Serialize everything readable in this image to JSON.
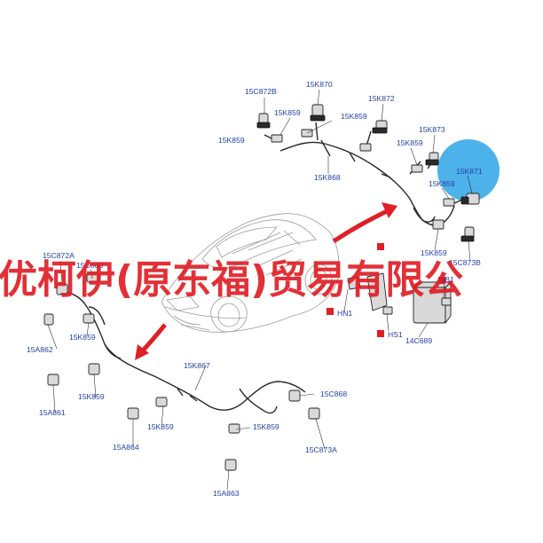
{
  "watermark": "优柯伊(原东福)贸易有限公",
  "labels": {
    "l_15C872B": "15C872B",
    "l_15K870": "15K870",
    "l_15K872": "15K872",
    "l_15K859_a": "15K859",
    "l_15K859_b": "15K859",
    "l_15K859_c": "15K859",
    "l_15K859_d": "15K859",
    "l_15K873": "15K873",
    "l_15K859_e": "15K859",
    "l_15K871": "15K871",
    "l_15K859_f": "15K859",
    "l_15K868": "15K868",
    "l_15K859_g": "15K859",
    "l_15C873B": "15C873B",
    "l_HB1": "HB1",
    "l_HN1": "HN1",
    "l_HS1": "HS1",
    "l_14C689": "14C689",
    "l_15C872A": "15C872A",
    "l_15C868_a": "15C868",
    "l_15A862": "15A862",
    "l_15K859_h": "15K859",
    "l_15K859_i": "15K859",
    "l_15K867": "15K867",
    "l_15A861": "15A861",
    "l_15C868_b": "15C868",
    "l_15K859_j": "15K859",
    "l_15K859_k": "15K859",
    "l_15A864": "15A864",
    "l_15C873A": "15C873A",
    "l_15A863": "15A863"
  },
  "colors": {
    "label_blue": "#2540a8",
    "watermark_red": "#e01f26",
    "highlight_circle": "#3aa8e8"
  }
}
